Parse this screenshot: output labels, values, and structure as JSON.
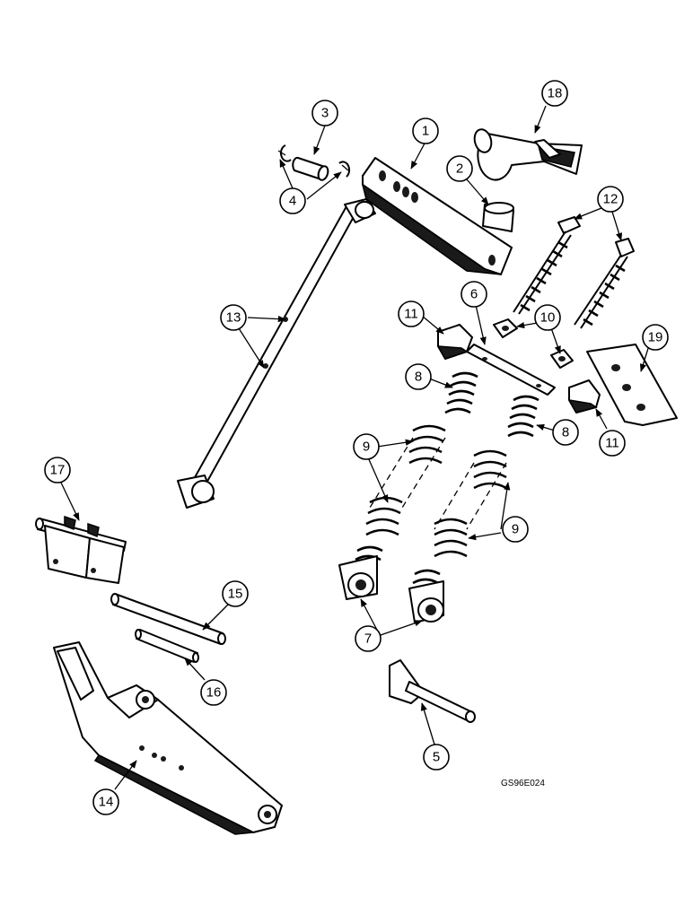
{
  "figure_code": "GS96E024",
  "callouts": {
    "c1": "1",
    "c2": "2",
    "c3": "3",
    "c4": "4",
    "c5": "5",
    "c6": "6",
    "c7": "7",
    "c8a": "8",
    "c8b": "8",
    "c9a": "9",
    "c9b": "9",
    "c10": "10",
    "c11a": "11",
    "c11b": "11",
    "c12": "12",
    "c13": "13",
    "c14": "14",
    "c15": "15",
    "c16": "16",
    "c17": "17",
    "c18": "18",
    "c19": "19"
  }
}
